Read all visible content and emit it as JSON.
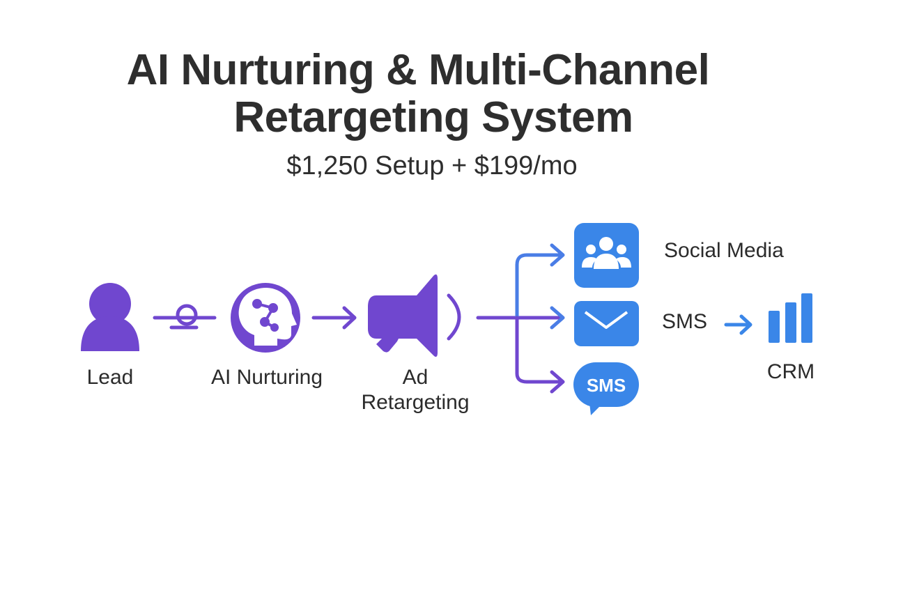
{
  "header": {
    "title_line1": "AI Nurturing & Multi-Channel",
    "title_line2": "Retargeting System",
    "subtitle": "$1,250 Setup + $199/mo"
  },
  "nodes": {
    "lead": {
      "label": "Lead",
      "icon": "person-icon"
    },
    "ai_nurturing": {
      "label": "AI Nurturing",
      "icon": "ai-brain-icon"
    },
    "ad_retargeting": {
      "label_line1": "Ad",
      "label_line2": "Retargeting",
      "icon": "megaphone-icon"
    },
    "social_media": {
      "label": "Social Media",
      "icon": "people-group-icon"
    },
    "email": {
      "label": "SMS",
      "icon": "envelope-icon"
    },
    "sms": {
      "label": "SMS",
      "icon": "sms-chat-bubble-icon"
    },
    "crm": {
      "label": "CRM",
      "icon": "bar-chart-icon"
    }
  },
  "colors": {
    "purple": "#7047cf",
    "blue": "#3a86e8",
    "text": "#2b2b2b",
    "background": "#ffffff"
  }
}
